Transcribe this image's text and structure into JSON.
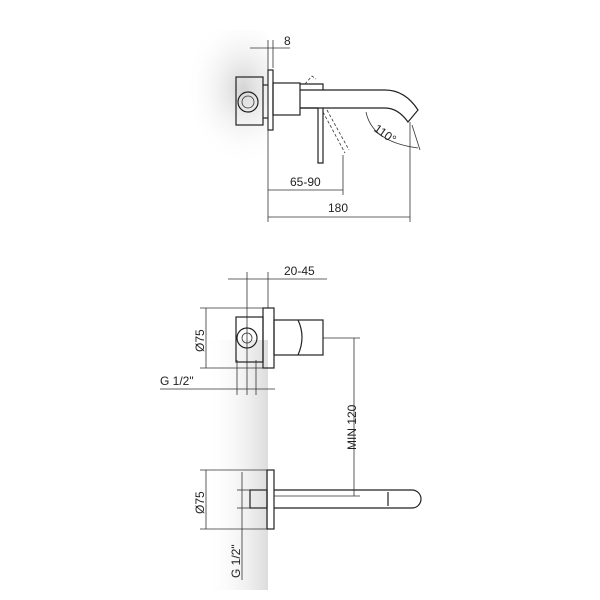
{
  "top_view": {
    "dim_plate": "8",
    "dim_lever": "65-90",
    "dim_total": "180",
    "angle": "110°"
  },
  "front_view": {
    "dim_depth": "20-45",
    "dim_plate_upper": "Ø75",
    "thread_upper": "G 1/2\"",
    "dim_spacing": "MIN 120",
    "dim_plate_lower": "Ø75",
    "thread_lower": "G 1/2\""
  }
}
